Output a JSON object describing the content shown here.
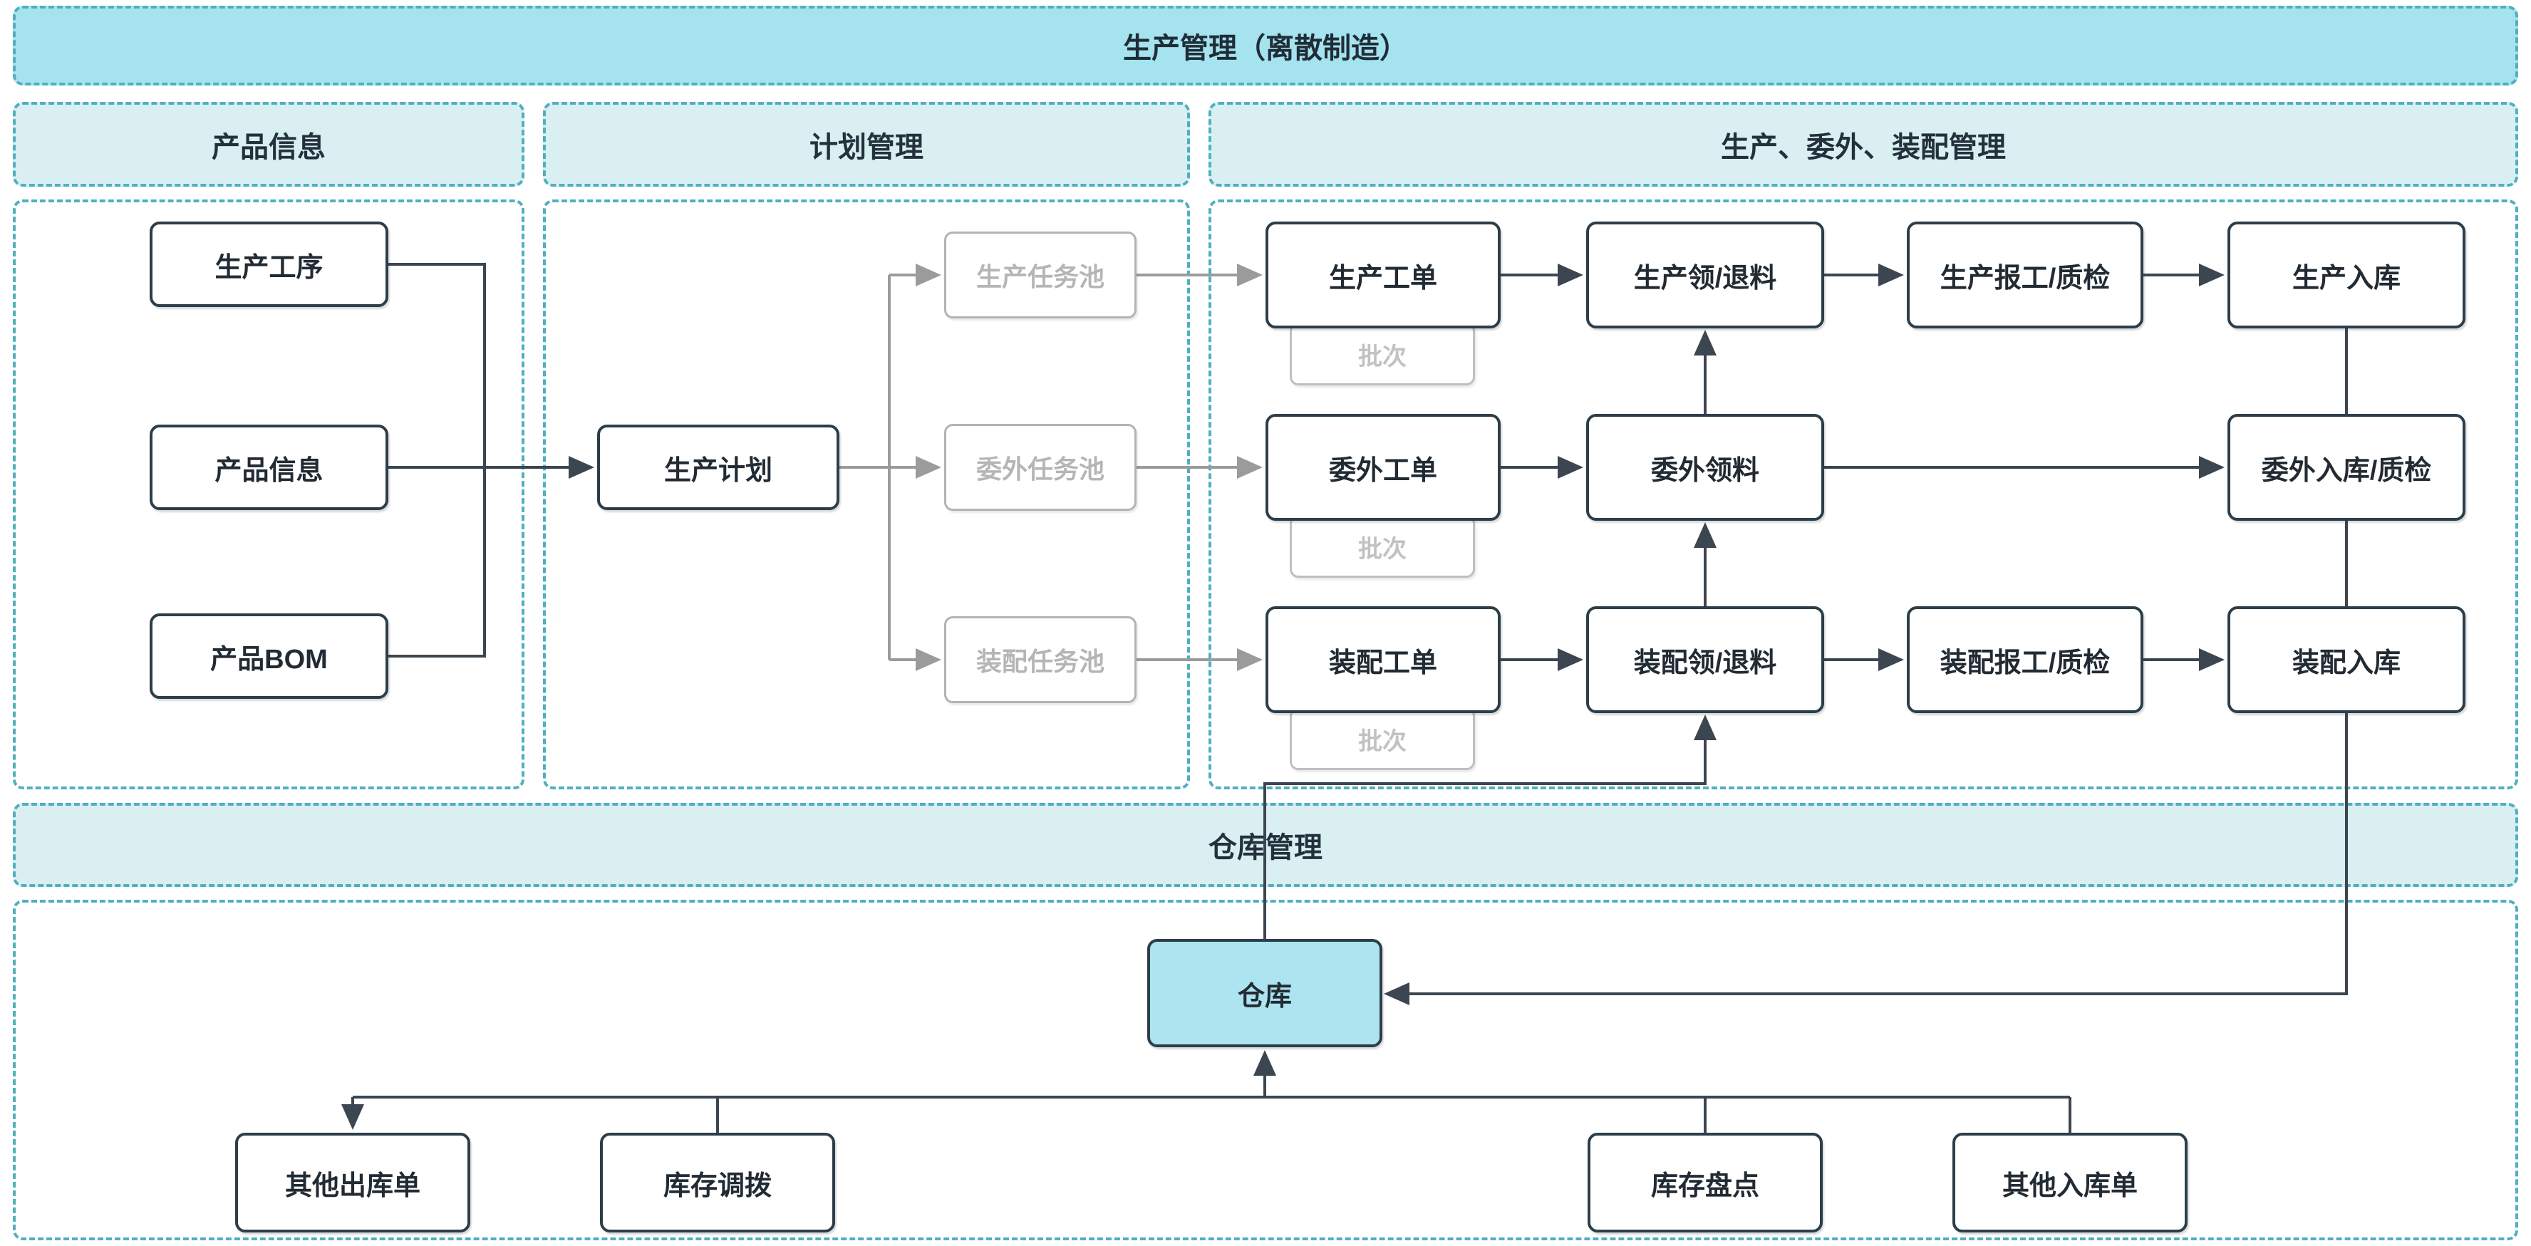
{
  "banner": {
    "title": "生产管理（离散制造）"
  },
  "sections": {
    "product": {
      "title": "产品信息"
    },
    "plan": {
      "title": "计划管理"
    },
    "production": {
      "title": "生产、委外、装配管理"
    },
    "warehouse": {
      "title": "仓库管理"
    }
  },
  "nodes": {
    "production_process": "生产工序",
    "product_info": "产品信息",
    "product_bom": "产品BOM",
    "production_plan": "生产计划",
    "production_task_pool": "生产任务池",
    "outsource_task_pool": "委外任务池",
    "assembly_task_pool": "装配任务池",
    "production_work_order": "生产工单",
    "outsource_work_order": "委外工单",
    "assembly_work_order": "装配工单",
    "batch_production": "批次",
    "batch_outsource": "批次",
    "batch_assembly": "批次",
    "production_pick_return": "生产领/退料",
    "outsource_pick": "委外领料",
    "assembly_pick_return": "装配领/退料",
    "production_report_qc": "生产报工/质检",
    "assembly_report_qc": "装配报工/质检",
    "production_inbound": "生产入库",
    "outsource_inbound_qc": "委外入库/质检",
    "assembly_inbound": "装配入库",
    "warehouse": "仓库",
    "other_outbound_order": "其他出库单",
    "inventory_transfer": "库存调拨",
    "inventory_check": "库存盘点",
    "other_inbound_order": "其他入库单"
  },
  "colors": {
    "banner_fill": "#a5e3ee",
    "section_fill": "#d9eff2",
    "dashed_border": "#4fb0bd",
    "node_border": "#2c3e4a",
    "edge_dark": "#3c4650",
    "edge_gray": "#9b9b9b",
    "gray_node_border": "#b3b3b3",
    "warehouse_fill": "#ace4f0"
  }
}
